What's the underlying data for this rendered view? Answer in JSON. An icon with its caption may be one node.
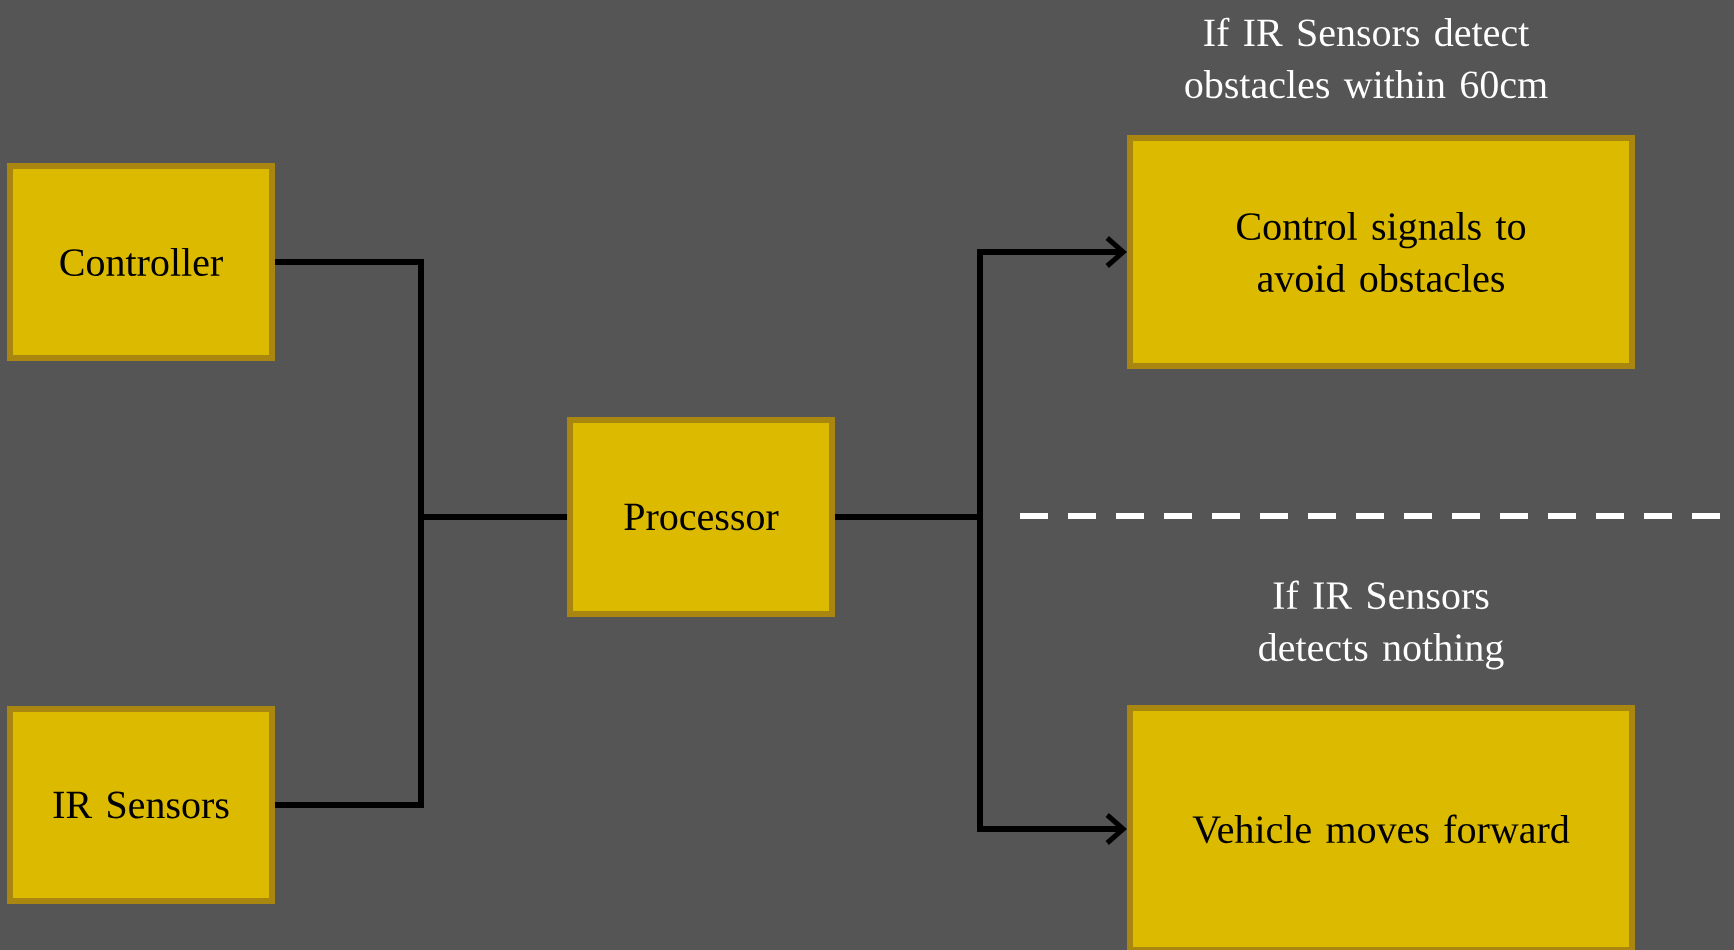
{
  "diagram": {
    "nodes": [
      {
        "text": [
          "Controller"
        ]
      },
      {
        "text": [
          "IR Sensors"
        ]
      },
      {
        "text": [
          "Processor"
        ]
      },
      {
        "text": [
          "Control signals to avoid obstacles"
        ],
        "beside": [
          "If IR Sensors detect obstacles within 60cm"
        ]
      },
      {
        "text": [
          "Vehicle moves forward"
        ],
        "beside": [
          "If IR Sensors detects nothing"
        ]
      }
    ],
    "edges": [
      {
        "from": 0,
        "to": 2,
        "arrow": "none"
      },
      {
        "from": 1,
        "to": 2,
        "arrow": "none"
      },
      {
        "from": 2,
        "to": 3,
        "arrow": "to"
      },
      {
        "from": 2,
        "to": 4,
        "arrow": "to"
      }
    ]
  }
}
